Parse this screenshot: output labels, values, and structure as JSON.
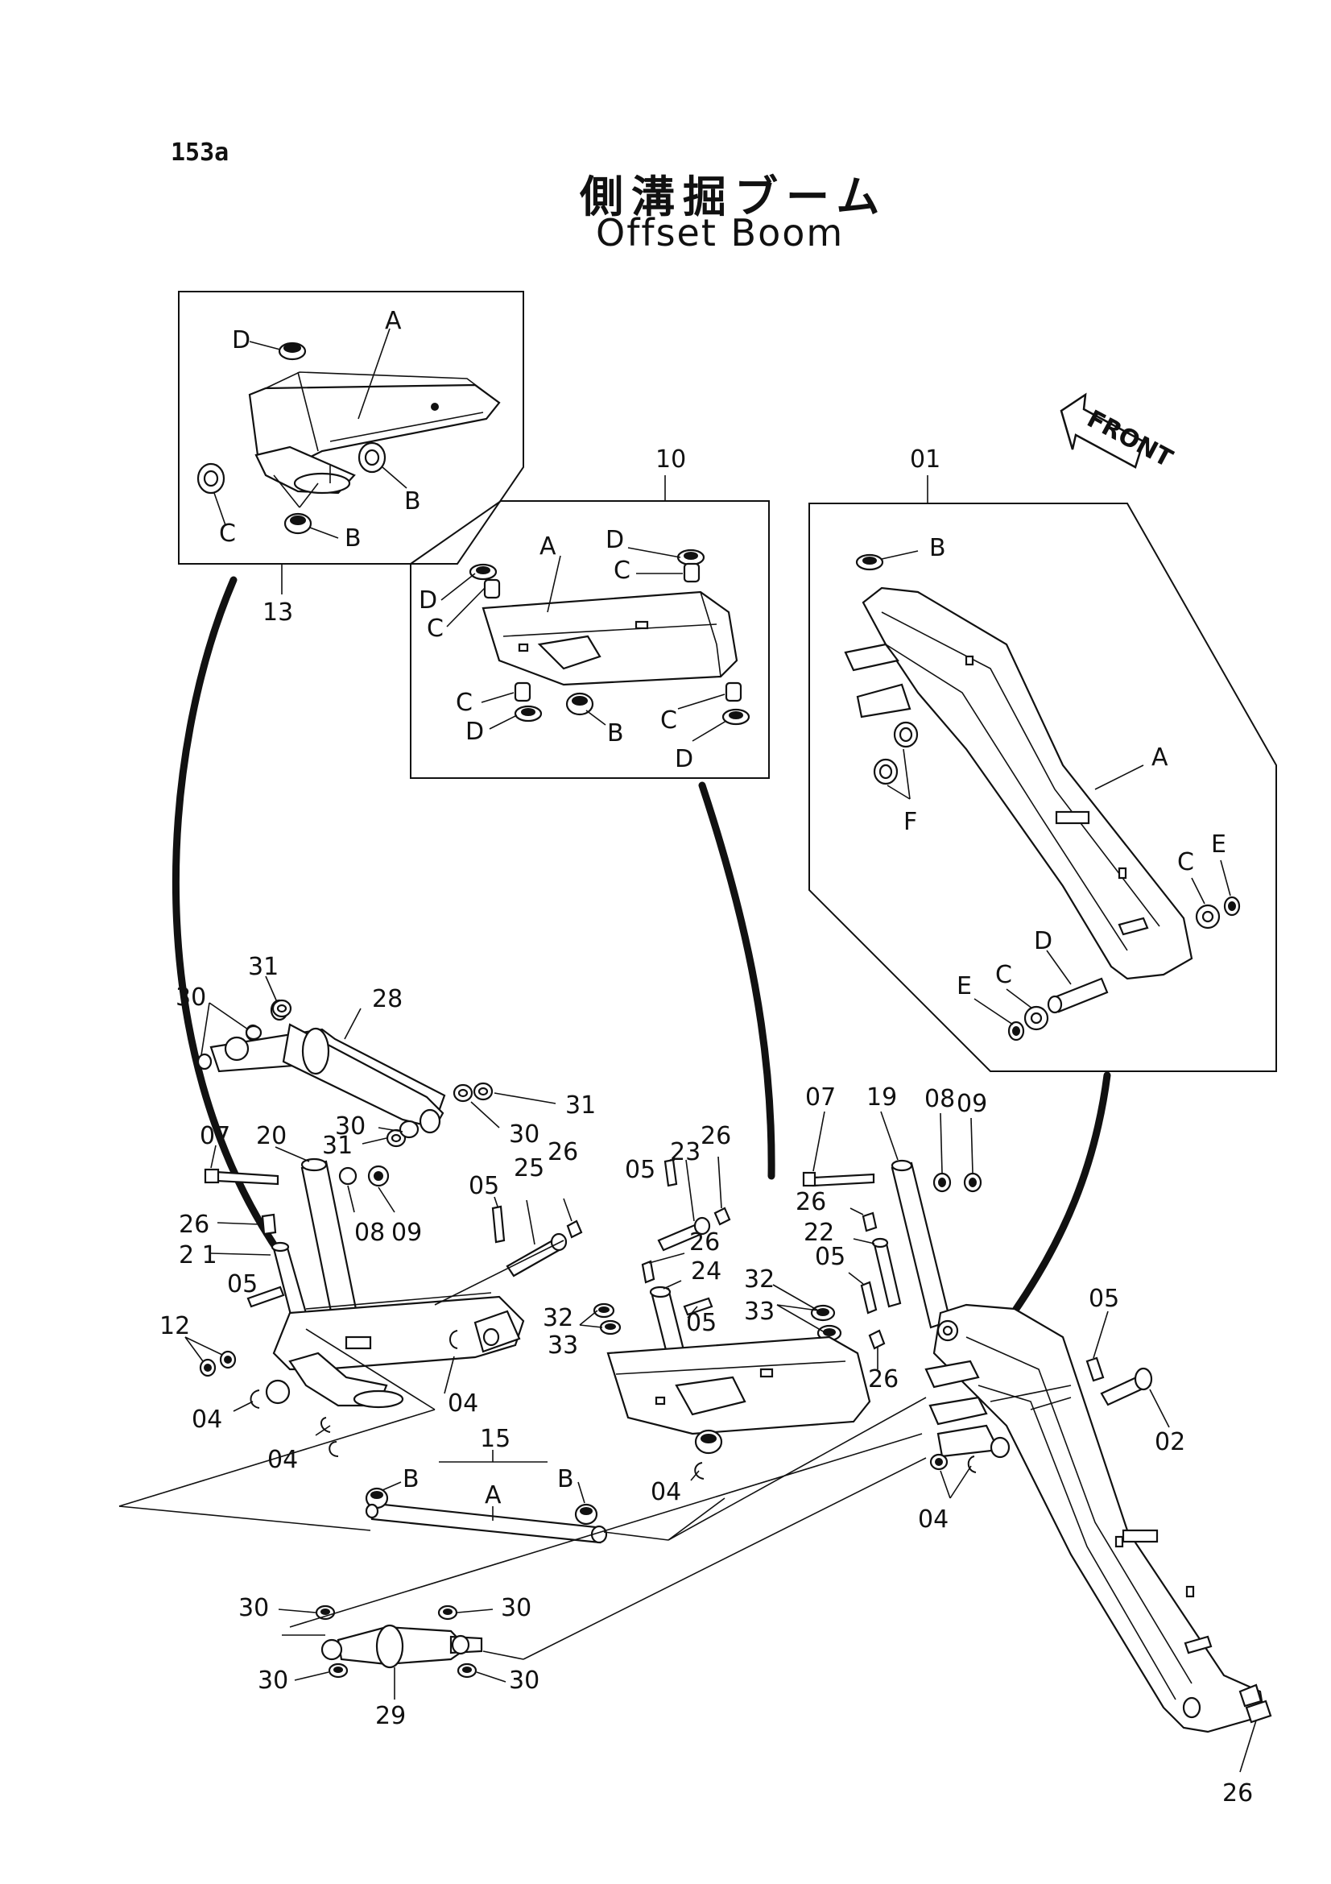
{
  "page": {
    "number": "153a"
  },
  "title": {
    "jp": "側溝掘ブーム",
    "en": "Offset Boom"
  },
  "direction": {
    "label": "FRONT"
  },
  "inset_labels": {
    "inset_13": {
      "A": "A",
      "B1": "B",
      "B2": "B",
      "C": "C",
      "D": "D"
    },
    "inset_10": {
      "A": "A",
      "B": "B",
      "C1": "C",
      "C2": "C",
      "C3": "C",
      "C4": "C",
      "D1": "D",
      "D2": "D",
      "D3": "D",
      "D4": "D"
    },
    "inset_01": {
      "A": "A",
      "B": "B",
      "C1": "C",
      "C2": "C",
      "D": "D",
      "E1": "E",
      "E2": "E",
      "F": "F"
    },
    "item_15": {
      "A": "A",
      "B1": "B",
      "B2": "B"
    }
  },
  "callouts": {
    "n13": "13",
    "n10": "10",
    "n01": "01",
    "n31a": "31",
    "n30a": "30",
    "n28": "28",
    "n31b": "31",
    "n30b": "30",
    "n30c": "30",
    "n31c": "31",
    "n07a": "07",
    "n20": "20",
    "n08a": "08",
    "n09a": "09",
    "n26a": "26",
    "n21": "2 1",
    "n05a": "05",
    "n12": "12",
    "n04a": "04",
    "n04b": "04",
    "n04c": "04",
    "n05b": "05",
    "n25": "25",
    "n26b": "26",
    "n05c": "05",
    "n23": "23",
    "n26c": "26",
    "n26d": "26",
    "n24": "24",
    "n05d": "05",
    "n32a": "32",
    "n33a": "33",
    "n32b": "32",
    "n33b": "33",
    "n26e": "26",
    "n04d": "04",
    "n07b": "07",
    "n19": "19",
    "n08b": "08",
    "n09b": "09",
    "n26f": "26",
    "n22": "22",
    "n05e": "05",
    "n05f": "05",
    "n02": "02",
    "n04e": "04",
    "n15": "15",
    "n30d": "30",
    "n30e": "30",
    "n30f": "30",
    "n30g": "30",
    "n29": "29",
    "n26g": "26"
  }
}
